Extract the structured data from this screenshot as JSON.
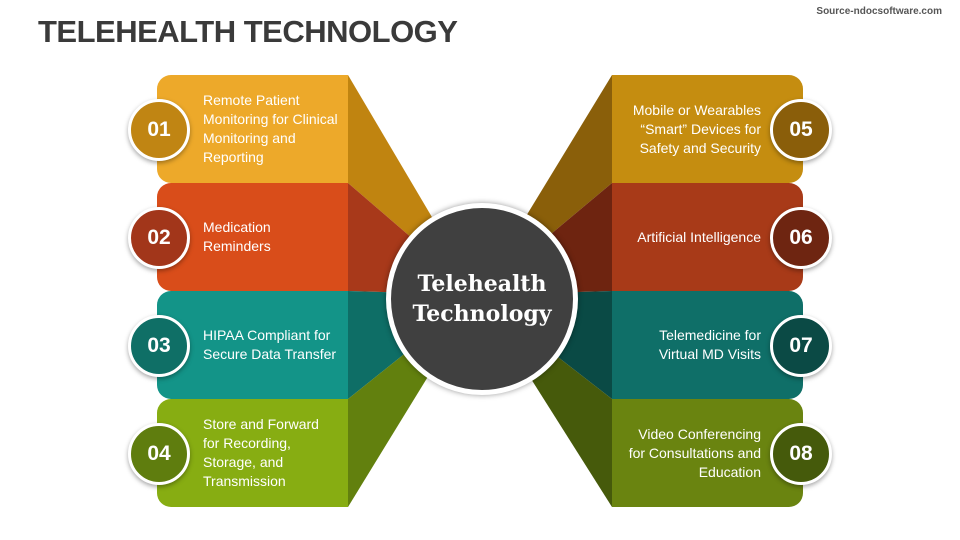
{
  "title": "TELEHEALTH TECHNOLOGY",
  "source": "Source-ndocsoftware.com",
  "center": {
    "line1": "Telehealth",
    "line2": "Technology"
  },
  "items": [
    {
      "num": "01",
      "text": "Remote Patient Monitoring for Clinical Monitoring and Reporting",
      "color": "#EDA92A",
      "side": "#C08410",
      "circle": "#C08513"
    },
    {
      "num": "02",
      "text": "Medication Reminders",
      "color": "#D94D1A",
      "side": "#A8391A",
      "circle": "#A2361A"
    },
    {
      "num": "03",
      "text": "HIPAA Compliant for Secure Data Transfer",
      "color": "#139488",
      "side": "#0E6E66",
      "circle": "#0F6F66"
    },
    {
      "num": "04",
      "text": "Store and Forward for Recording, Storage, and Transmission",
      "color": "#87AD12",
      "side": "#62800E",
      "circle": "#5F7D0E"
    },
    {
      "num": "05",
      "text": "Mobile or Wearables “Smart” Devices for Safety and Security",
      "color": "#C58D10",
      "side": "#8A5F0A",
      "circle": "#8A5E0A"
    },
    {
      "num": "06",
      "text": "Artificial Intelligence",
      "color": "#A83A18",
      "side": "#6E2410",
      "circle": "#6E2511"
    },
    {
      "num": "07",
      "text": "Telemedicine for Virtual MD Visits",
      "color": "#0F6F68",
      "side": "#0A4A45",
      "circle": "#0B4A45"
    },
    {
      "num": "08",
      "text": "Video Conferencing for Consultations and Education",
      "color": "#6A8410",
      "side": "#465A0B",
      "circle": "#455A0B"
    }
  ]
}
